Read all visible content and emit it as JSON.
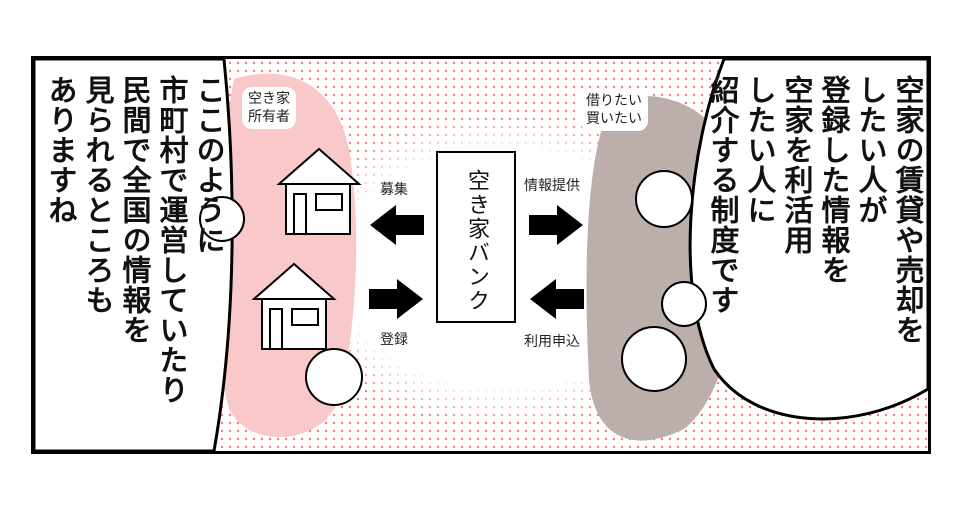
{
  "left_bubble": {
    "lines": [
      "ここのように",
      "市町村で運営していたり",
      "民間で全国の情報を",
      "見られるところも",
      "ありますね"
    ]
  },
  "right_bubble": {
    "lines": [
      "空家の賃貸や売却を",
      "したい人が",
      "登録した情報を",
      "空家を利活用",
      "したい人に",
      "紹介する制度です"
    ]
  },
  "diagram": {
    "center_box": "空き家バンク",
    "owner_label": [
      "空き家",
      "所有者"
    ],
    "seeker_label": [
      "借りたい",
      "買いたい"
    ],
    "arrow_recruit": "募集",
    "arrow_register": "登録",
    "arrow_info": "情報提供",
    "arrow_apply": "利用申込"
  },
  "colors": {
    "owner_zone": "#f9c8c8",
    "seeker_zone": "#bcaeab",
    "dots": "#f07a7a"
  }
}
